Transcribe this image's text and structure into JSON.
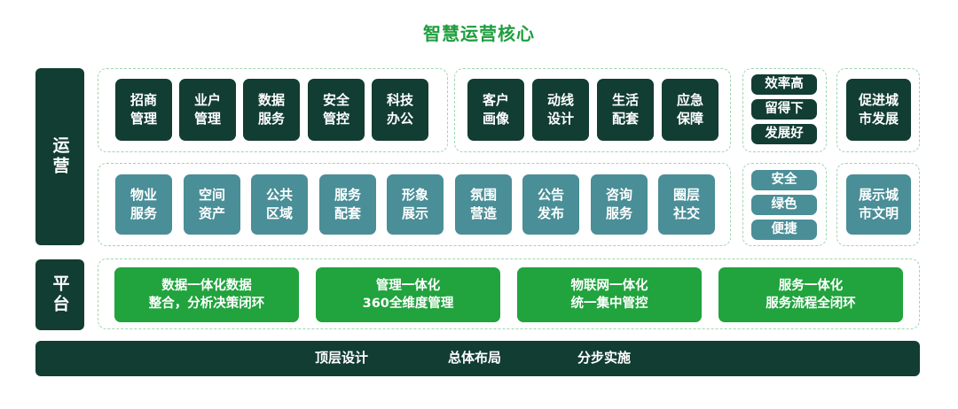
{
  "title": "智慧运营核心",
  "left_labels": {
    "operation": "运营",
    "platform": "平台"
  },
  "row1": {
    "group_a": [
      "招商\n管理",
      "业户\n管理",
      "数据\n服务",
      "安全\n管控",
      "科技\n办公"
    ],
    "group_b": [
      "客户\n画像",
      "动线\n设计",
      "生活\n配套",
      "应急\n保障"
    ],
    "group_c": [
      "效率高",
      "留得下",
      "发展好"
    ],
    "group_d": "促进城\n市发展"
  },
  "row2": {
    "group_a": [
      "物业\n服务",
      "空间\n资产",
      "公共\n区域",
      "服务\n配套",
      "形象\n展示",
      "氛围\n营造",
      "公告\n发布",
      "咨询\n服务",
      "圈层\n社交"
    ],
    "group_c": [
      "安全",
      "绿色",
      "便捷"
    ],
    "group_d": "展示城\n市文明"
  },
  "platform_items": [
    "数据一体化数据\n整合，分析决策闭环",
    "管理一体化\n360全维度管理",
    "物联网一体化\n统一集中管控",
    "服务一体化\n服务流程全闭环"
  ],
  "bottom_labels": [
    "顶层设计",
    "总体布局",
    "分步实施"
  ],
  "colors": {
    "dark": "#123d32",
    "teal": "#4a8e97",
    "green": "#21a33e",
    "title": "#1e9e3e",
    "dashed_border": "#9fd6b0"
  }
}
